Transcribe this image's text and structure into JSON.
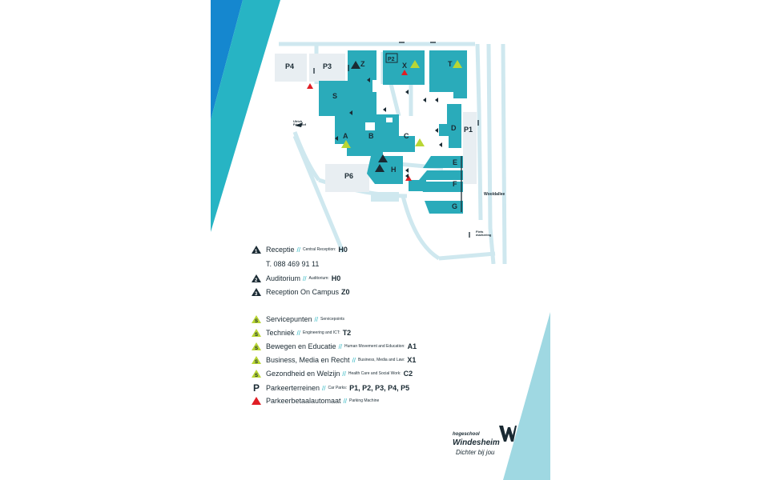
{
  "colors": {
    "building": "#2aabba",
    "building_dark": "#1e97a6",
    "road": "#cfe8ef",
    "parking": "#e8eef2",
    "deco_blue": "#1587cf",
    "deco_teal": "#27b4c4",
    "deco_light": "#9fd8e2",
    "service": "#b9d634",
    "warning": "#e01e25",
    "text": "#1a2a33"
  },
  "map": {
    "buildings": [
      "Z",
      "X",
      "T",
      "S",
      "A",
      "B",
      "C",
      "D",
      "E",
      "F",
      "G",
      "H"
    ],
    "parking_labels": [
      "P4",
      "P3",
      "P1",
      "P6"
    ],
    "notes": {
      "bike_left": "Ulrich\nFriedhof",
      "bike_right": "Fiets\nmarkering"
    },
    "street": "Wooldallee",
    "icons": {
      "reception_main": "1",
      "auditorium": "2",
      "reception_z": "3",
      "service": "S",
      "parking_garage": "P2"
    }
  },
  "legend": {
    "receptie": {
      "main": "Receptie",
      "sub": "Central Reception:",
      "code": "H0"
    },
    "phone": "T. 088 469 91 11",
    "auditorium": {
      "main": "Auditorium",
      "sub": "Auditorium:",
      "code": "H0"
    },
    "reception_campus": {
      "main": "Reception On Campus",
      "code": "Z0"
    },
    "servicepunten": {
      "main": "Servicepunten",
      "sub": "Servicepoints"
    },
    "techniek": {
      "main": "Techniek",
      "sub": "Engineering and ICT:",
      "code": "T2"
    },
    "bewegen": {
      "main": "Bewegen en Educatie",
      "sub": "Human Movement and Education:",
      "code": "A1"
    },
    "business": {
      "main": "Business, Media en Recht",
      "sub": "Business, Media and Law:",
      "code": "X1"
    },
    "gezondheid": {
      "main": "Gezondheid en Welzijn",
      "sub": "Health Care and Social Work:",
      "code": "C2"
    },
    "parkeer": {
      "letter": "P",
      "main": "Parkeerterreinen",
      "sub": "Car Parks:",
      "code": "P1, P2, P3, P4, P5"
    },
    "automaat": {
      "main": "Parkeerbetaalautomaat",
      "sub": "Parking Machine"
    },
    "separator": "//"
  },
  "logo": {
    "small": "hogeschool",
    "name": "Windesheim",
    "tagline": "Dichter bij jou"
  }
}
